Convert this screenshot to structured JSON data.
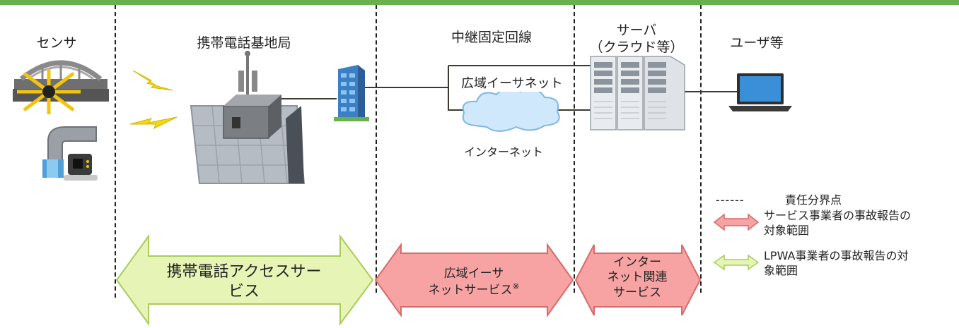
{
  "columns": {
    "sensor": "センサ",
    "base_station": "携帯電話基地局",
    "relay_line": "中継固定回線",
    "server_line1": "サーバ",
    "server_line2": "（クラウド等）",
    "users": "ユーザ等"
  },
  "network": {
    "wide_ethernet": "広域イーサネット",
    "internet": "インターネット"
  },
  "arrows": {
    "mobile_line1": "携帯電話アクセスサー",
    "mobile_line2": "ビス",
    "ether_line1": "広域イーサ",
    "ether_line2": "ネットサービス",
    "ether_mark": "※",
    "inet_line1": "インター",
    "inet_line2": "ネット関連",
    "inet_line3": "サービス"
  },
  "legend": {
    "dashed_sample": "------",
    "boundary": "責任分界点",
    "red_line1": "サービス事業者の事故報告の",
    "red_line2": "対象範囲",
    "green_line1": "LPWA事業者の事故報告の対",
    "green_line2": "象範囲"
  },
  "colors": {
    "topbar": "#6ab04c",
    "red_fill": "#f7a3a3",
    "red_stroke": "#d86a6a",
    "green_fill": "#e6f5b5",
    "green_stroke": "#a9cc5a",
    "lightning": "#f4d90f"
  }
}
